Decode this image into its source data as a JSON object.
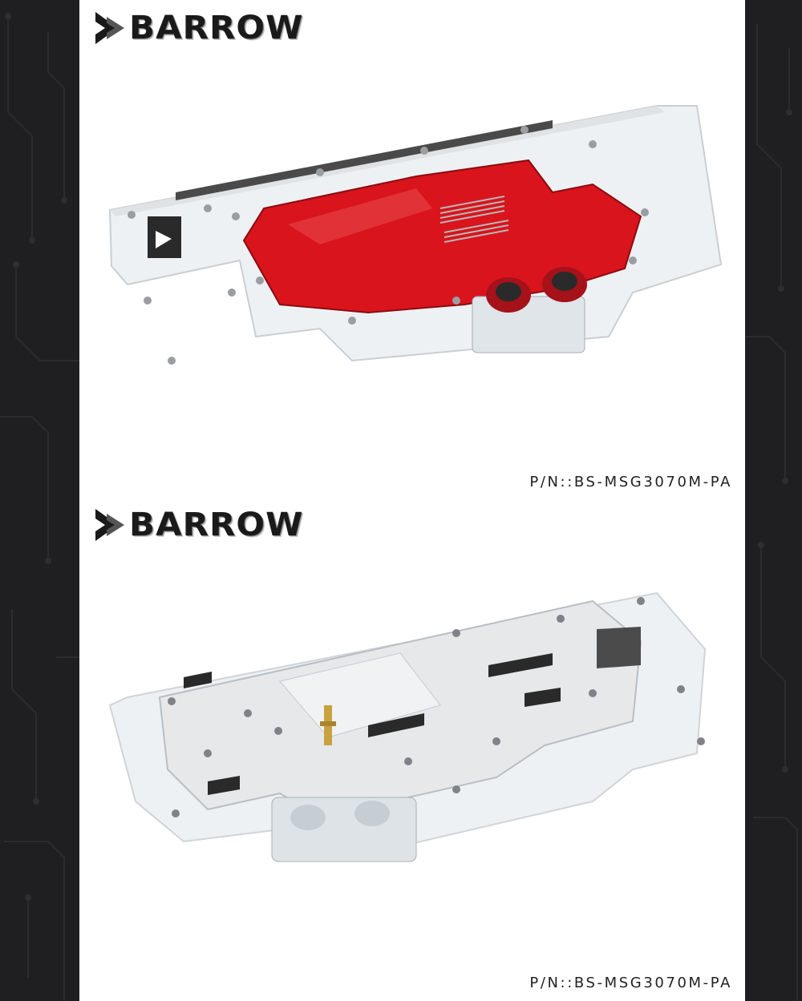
{
  "brand": {
    "name": "BARROW"
  },
  "panels": [
    {
      "view": "front",
      "brand_label": "BARROW",
      "part_number": "P/N::BS-MSG3070M-PA",
      "colors": {
        "coolant": "#d9141c",
        "fitting": "#a5121a",
        "acrylic": "#eef1f3"
      }
    },
    {
      "view": "back",
      "brand_label": "BARROW",
      "part_number": "P/N::BS-MSG3070M-PA",
      "colors": {
        "metal": "#e6e8ea",
        "shadow": "#2a2a2a",
        "brass": "#c9a240"
      }
    }
  ],
  "icons": {
    "logo": "barrow-chevron-logo-icon",
    "background": "circuit-trace-pattern"
  }
}
